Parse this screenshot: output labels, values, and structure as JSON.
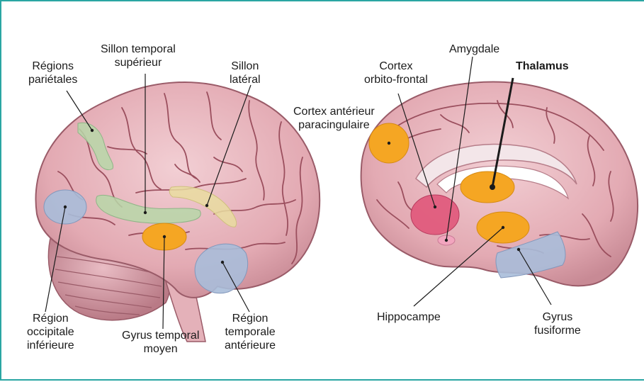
{
  "labels": {
    "regions_parietales": [
      "Régions",
      "pariétales"
    ],
    "sillon_temporal_superieur": [
      "Sillon temporal",
      "supérieur"
    ],
    "sillon_lateral": [
      "Sillon",
      "latéral"
    ],
    "region_occipitale_inferieure": [
      "Région",
      "occipitale",
      "inférieure"
    ],
    "gyrus_temporal_moyen": [
      "Gyrus temporal",
      "moyen"
    ],
    "region_temporale_anterieure": [
      "Région",
      "temporale",
      "antérieure"
    ],
    "cortex_orbito_frontal": [
      "Cortex",
      "orbito-frontal"
    ],
    "amygdale": [
      "Amygdale"
    ],
    "thalamus": [
      "Thalamus"
    ],
    "cortex_anterieur_paracingulaire": [
      "Cortex antérieur",
      "paracingulaire"
    ],
    "hippocampe": [
      "Hippocampe"
    ],
    "gyrus_fusiforme": [
      "Gyrus",
      "fusiforme"
    ]
  },
  "colors": {
    "frame": "#2aa6a3",
    "brain": "#e8b7bf",
    "brain_shadow": "#c9848f",
    "sulcus": "#9b4f5e",
    "orange_region": "#f5a623",
    "green_region": "#b7d7a8",
    "blue_region": "#a9bcd9",
    "yellow_region": "#e9dca0",
    "pink_region": "#e0577a",
    "light_pink_region": "#f2a5be"
  }
}
